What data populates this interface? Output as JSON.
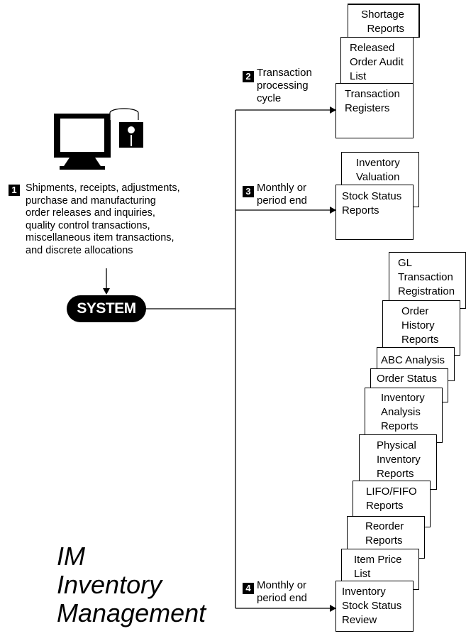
{
  "input": {
    "badge": "1",
    "text": "Shipments, receipts, adjustments,\npurchase and manufacturing\norder releases and inquiries,\nquality control transactions,\nmiscellaneous item transactions,\nand discrete allocations"
  },
  "system_label": "SYSTEM",
  "branches": [
    {
      "badge": "2",
      "caption": "Transaction\nprocessing\ncycle",
      "reports": [
        "Shortage\nReports",
        "Released\nOrder Audit\nList",
        "Transaction\nRegisters"
      ]
    },
    {
      "badge": "3",
      "caption": "Monthly or\nperiod end",
      "reports": [
        "Inventory\nValuation",
        "Stock Status\nReports"
      ]
    },
    {
      "badge": "4",
      "caption": "Monthly or\nperiod end",
      "reports": [
        "GL\nTransaction\nRegistration",
        "Order\nHistory\nReports",
        "ABC Analysis",
        "Order Status",
        "Inventory\nAnalysis\nReports",
        "Physical\nInventory\nReports",
        "LIFO/FIFO\nReports",
        "Reorder\nReports",
        "Item Price\nList",
        "Inventory\nStock Status\nReview"
      ]
    }
  ],
  "title": {
    "abbrev": "IM",
    "line1": "Inventory",
    "line2": "Management"
  }
}
